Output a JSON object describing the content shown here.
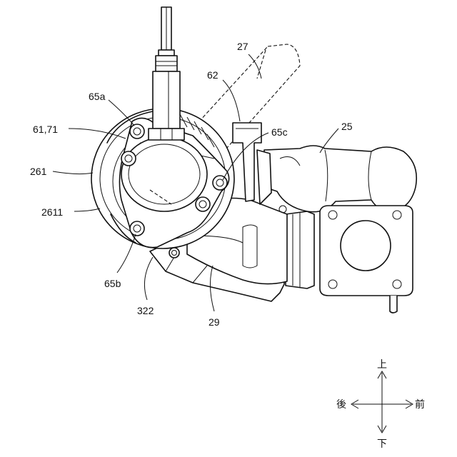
{
  "labels": {
    "l27": "27",
    "l62": "62",
    "l65a": "65a",
    "l6171": "61,71",
    "l65c": "65c",
    "l25": "25",
    "l261": "261",
    "l2611": "2611",
    "l65b": "65b",
    "l322": "322",
    "l29": "29"
  },
  "directions": {
    "up": "上",
    "down": "下",
    "rear": "後",
    "front": "前"
  }
}
